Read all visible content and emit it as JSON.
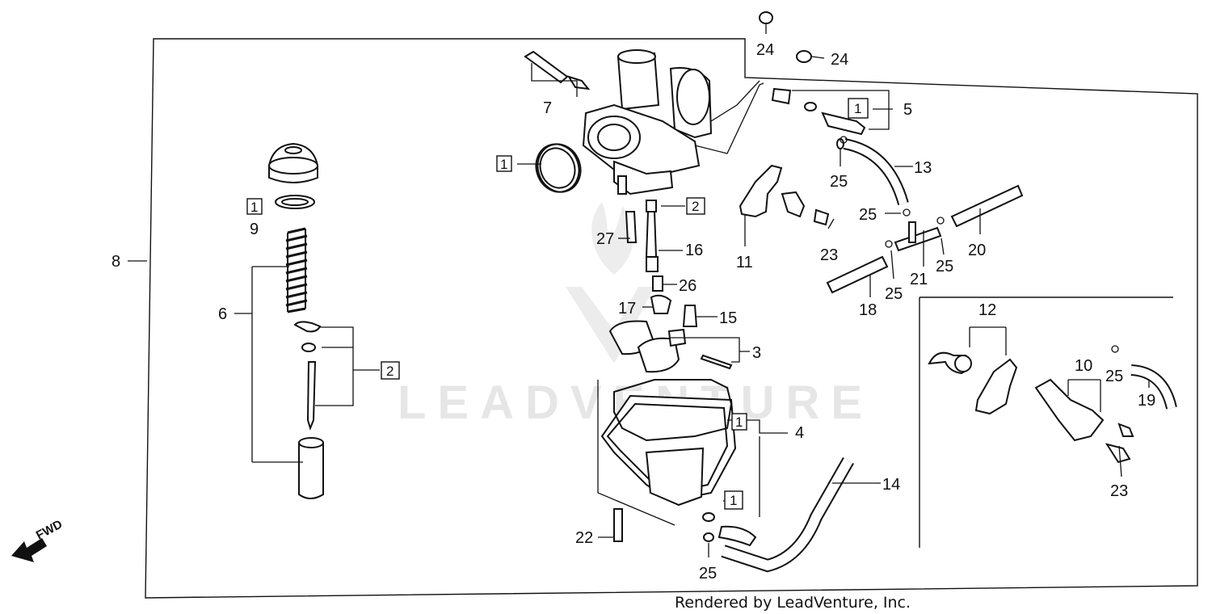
{
  "diagram": {
    "watermark": "LEADVENTURE",
    "credit": "Rendered by LeadVenture, Inc.",
    "direction_label": "FWD",
    "callouts": [
      {
        "id": "c8",
        "text": "8"
      },
      {
        "id": "c6",
        "text": "6"
      },
      {
        "id": "c9",
        "text": "9"
      },
      {
        "id": "c7",
        "text": "7"
      },
      {
        "id": "c24a",
        "text": "24"
      },
      {
        "id": "c24b",
        "text": "24"
      },
      {
        "id": "c5",
        "text": "5"
      },
      {
        "id": "c13",
        "text": "13"
      },
      {
        "id": "c25a",
        "text": "25"
      },
      {
        "id": "c25b",
        "text": "25"
      },
      {
        "id": "c25c",
        "text": "25"
      },
      {
        "id": "c25d",
        "text": "25"
      },
      {
        "id": "c25e",
        "text": "25"
      },
      {
        "id": "c25f",
        "text": "25"
      },
      {
        "id": "c11",
        "text": "11"
      },
      {
        "id": "c23a",
        "text": "23"
      },
      {
        "id": "c23b",
        "text": "23"
      },
      {
        "id": "c20",
        "text": "20"
      },
      {
        "id": "c21",
        "text": "21"
      },
      {
        "id": "c18",
        "text": "18"
      },
      {
        "id": "c27",
        "text": "27"
      },
      {
        "id": "c16",
        "text": "16"
      },
      {
        "id": "c26",
        "text": "26"
      },
      {
        "id": "c17",
        "text": "17"
      },
      {
        "id": "c15",
        "text": "15"
      },
      {
        "id": "c3",
        "text": "3"
      },
      {
        "id": "c4",
        "text": "4"
      },
      {
        "id": "c14",
        "text": "14"
      },
      {
        "id": "c22",
        "text": "22"
      },
      {
        "id": "c12",
        "text": "12"
      },
      {
        "id": "c10",
        "text": "10"
      },
      {
        "id": "c19",
        "text": "19"
      }
    ],
    "boxed_callouts": [
      {
        "id": "b1_gasket",
        "text": "1"
      },
      {
        "id": "b1_screw",
        "text": "1"
      },
      {
        "id": "b1_washer",
        "text": "1"
      },
      {
        "id": "b1_bowl",
        "text": "1"
      },
      {
        "id": "b1_drain",
        "text": "1"
      },
      {
        "id": "b2_jet",
        "text": "2"
      },
      {
        "id": "b2_needle",
        "text": "2"
      }
    ]
  }
}
